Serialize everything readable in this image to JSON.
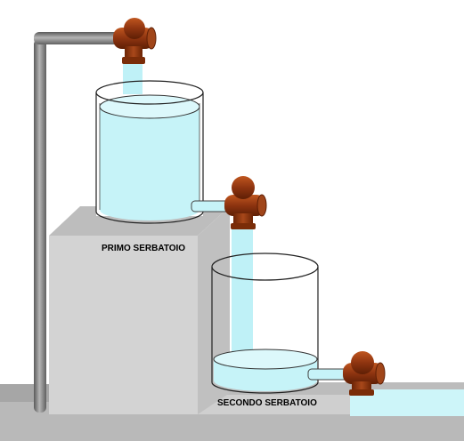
{
  "labels": {
    "first_tank": "PRIMO SERBATOIO",
    "second_tank": "SECONDO SERBATOIO"
  },
  "colors": {
    "water": "#c6f3f8",
    "water_stream": "#bff1f7",
    "valve": "#9a3b12",
    "valve_dark": "#6b2405",
    "pipe": "#7d7d7d",
    "pedestal_top": "#c2c2c2",
    "pedestal_front": "#d0d0d0",
    "floor": "#b8b8b8"
  },
  "levels": {
    "first_tank_fill": 0.85,
    "second_tank_fill": 0.22
  }
}
